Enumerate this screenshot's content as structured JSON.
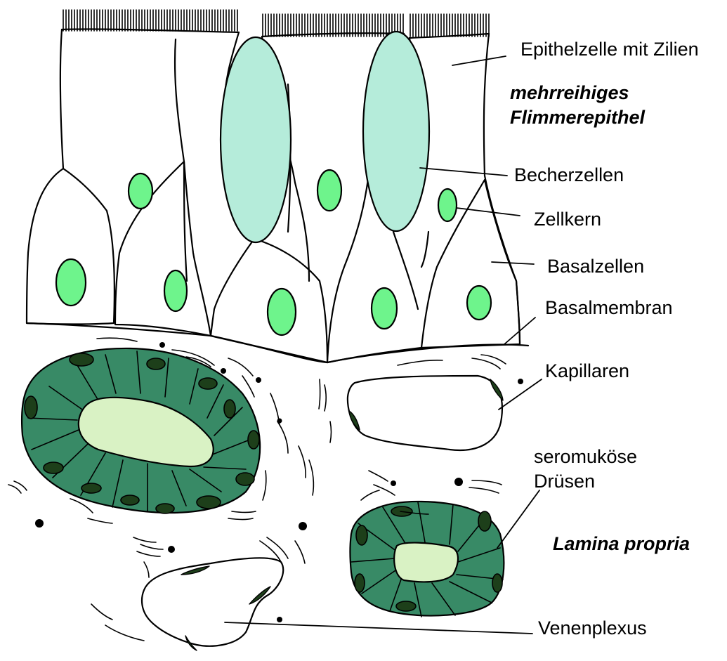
{
  "labels": {
    "epithelzelle": "Epithelzelle mit Zilien",
    "mehrreihiges_1": "mehrreihiges",
    "mehrreihiges_2": "Flimmerepithel",
    "becherzellen": "Becherzellen",
    "zellkern": "Zellkern",
    "basalzellen": "Basalzellen",
    "basalmembran": "Basalmembran",
    "kapillaren": "Kapillaren",
    "druesen_1": "seromuköse",
    "druesen_2": "Drüsen",
    "lamina": "Lamina propria",
    "venenplexus": "Venenplexus"
  },
  "colors": {
    "outline": "#000000",
    "goblet_cell": "#b5ecda",
    "nucleus": "#6ef48c",
    "gland_cells": "#388a66",
    "gland_nucleus": "#1d3f1a",
    "gland_lumen": "#d9f2c4",
    "background": "#ffffff"
  }
}
